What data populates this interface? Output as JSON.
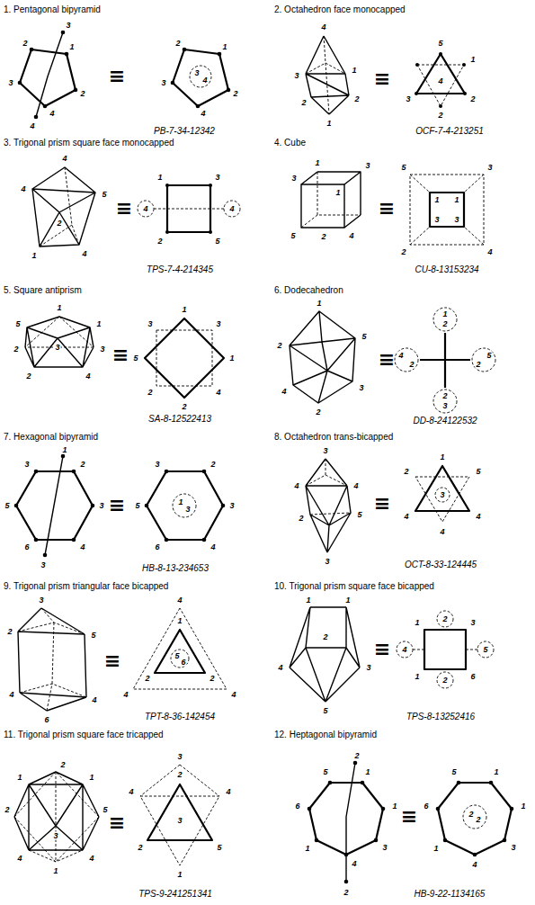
{
  "diagram": {
    "labels": [
      "1. Pentagonal bipyramid",
      "3",
      "2",
      "1",
      "3",
      "2",
      "4",
      "4",
      "≡",
      "2",
      "1",
      "3",
      "3",
      "4",
      "2",
      "4",
      "PB-7-34-12342",
      "2. Octahedron face monocapped",
      "4",
      "3",
      "1",
      "2",
      "2",
      "1",
      "≡",
      "5",
      "1",
      "4",
      "3",
      "2",
      "2",
      "OCF-7-4-213251",
      "3. Trigonal prism square face monocapped",
      "4",
      "4",
      "5",
      "2",
      "1",
      "4",
      "≡",
      "1",
      "3",
      "4",
      "4",
      "2",
      "5",
      "TPS-7-4-214345",
      "4. Cube",
      "1",
      "3",
      "3",
      "1",
      "5",
      "2",
      "4",
      "≡",
      "5",
      "3",
      "1",
      "1",
      "3",
      "3",
      "2",
      "4",
      "CU-8-13153234",
      "5. Square antiprism",
      "1",
      "5",
      "1",
      "3",
      "2",
      "3",
      "2",
      "4",
      "≡",
      "1",
      "3",
      "3",
      "5",
      "1",
      "2",
      "4",
      "2",
      "SA-8-12522413",
      "6. Dodecahedron",
      "1",
      "2",
      "5",
      "4",
      "3",
      "2",
      "≡",
      "1",
      "2",
      "4",
      "2",
      "2",
      "5",
      "2",
      "3",
      "DD-8-24122532",
      "7. Hexagonal bipyramid",
      "1",
      "3",
      "2",
      "5",
      "3",
      "6",
      "4",
      "3",
      "≡",
      "3",
      "2",
      "5",
      "1",
      "3",
      "3",
      "6",
      "4",
      "HB-8-13-234653",
      "8. Octahedron trans-bicapped",
      "3",
      "4",
      "4",
      "2",
      "5",
      "3",
      "≡",
      "1",
      "2",
      "5",
      "3",
      "4",
      "4",
      "4",
      "OCT-8-33-124445",
      "9. Trigonal prism triangular face bicapped",
      "3",
      "2",
      "5",
      "4",
      "4",
      "6",
      "≡",
      "4",
      "1",
      "5",
      "6",
      "2",
      "2",
      "4",
      "4",
      "TPT-8-36-142454",
      "10. Trigonal prism square face bicapped",
      "1",
      "1",
      "2",
      "4",
      "3",
      "5",
      "≡",
      "2",
      "1",
      "3",
      "4",
      "5",
      "1",
      "6",
      "2",
      "TPS-8-13252416",
      "11. Trigonal prism square face tricapped",
      "2",
      "1",
      "1",
      "2",
      "5",
      "3",
      "4",
      "4",
      "1",
      "≡",
      "3",
      "2",
      "4",
      "4",
      "3",
      "2",
      "5",
      "1",
      "TPS-9-241251341",
      "12. Heptagonal bipyramid",
      "2",
      "5",
      "1",
      "6",
      "1",
      "1",
      "3",
      "4",
      "2",
      "≡",
      "5",
      "1",
      "6",
      "2",
      "2",
      "1",
      "1",
      "3",
      "4",
      "HB-9-22-1134165"
    ]
  }
}
